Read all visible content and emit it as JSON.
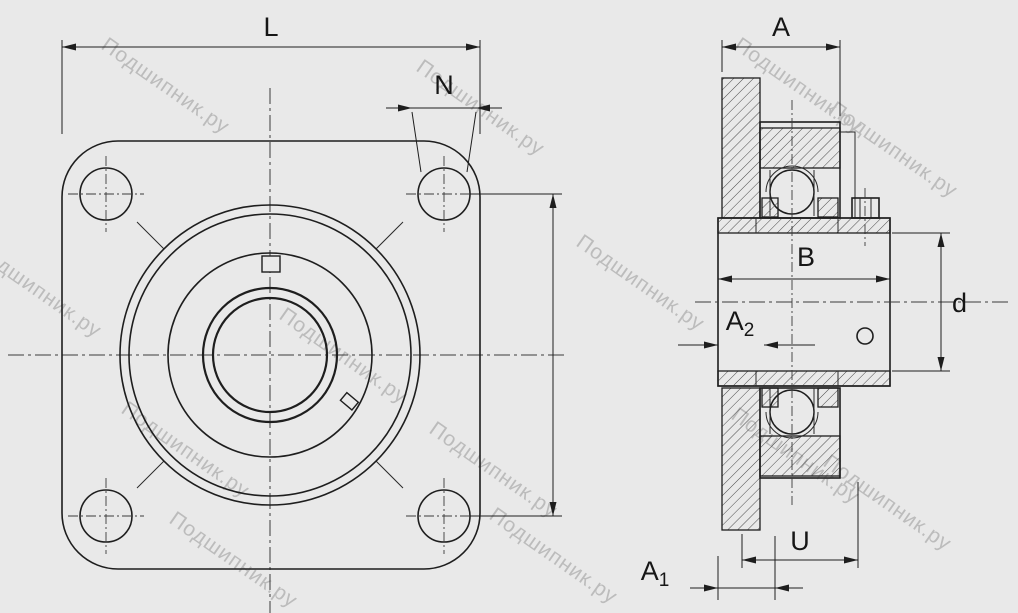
{
  "title": "flanged-bearing-unit-drawing",
  "watermark": {
    "text": "Подшипник.ру"
  },
  "dimensions": {
    "L": "L",
    "N": "N",
    "A": "A",
    "B": "B",
    "d": "d",
    "U": "U",
    "A1": {
      "main": "A",
      "sub": "1"
    },
    "A2": {
      "main": "A",
      "sub": "2"
    }
  },
  "colors": {
    "background": "#e9e9e9",
    "line": "#1e1e1e",
    "watermark": "#bcbcbc"
  }
}
